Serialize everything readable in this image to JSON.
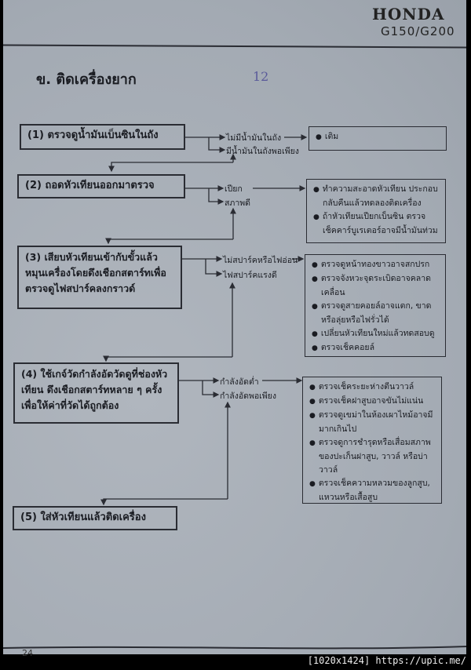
{
  "header": {
    "brand": "HONDA",
    "model": "G150/G200"
  },
  "section_title": "ข. ติดเครื่องยาก",
  "handwritten_note": "12",
  "steps": [
    {
      "label": "(1) ตรวจดูน้ำมันเบ็นซินในถัง",
      "branches": [
        "ไม่มีน้ำมันในถัง",
        "มีน้ำมันในถังพอเพียง"
      ],
      "remedies": [
        "เติม"
      ]
    },
    {
      "label": "(2) ถอดหัวเทียนออกมาตรวจ",
      "branches": [
        "เปียก",
        "สภาพดี"
      ],
      "remedies": [
        "ทำความสะอาดหัวเทียน ประกอบกลับคืนแล้วทดลองติดเครื่อง",
        "ถ้าหัวเทียนเปียกเบ็นซิน ตรวจเช็คคาร์บูเรเตอร์อาจมีน้ำมันท่วม"
      ]
    },
    {
      "label": "(3) เสียบหัวเทียนเข้ากับขั้วแล้วหมุนเครื่องโดยดึงเชือกสตาร์ทเพื่อตรวจดูไฟสปาร์คลงกราวด์",
      "branches": [
        "ไม่สปาร์คหรือไฟอ่อน",
        "ไฟสปาร์คแรงดี"
      ],
      "remedies": [
        "ตรวจดูหน้าทองขาวอาจสกปรก",
        "ตรวจจังหวะจุดระเบิดอาจคลาดเคลื่อน",
        "ตรวจดูสายคอยล์อาจแตก, ขาด หรือลุ่ยหรือไฟรั่วได้",
        "เปลี่ยนหัวเทียนใหม่แล้วทดสอบดู",
        "ตรวจเช็คคอยล์"
      ]
    },
    {
      "label": "(4) ใช้เกจ์วัดกำลังอัดวัดดูที่ช่องหัวเทียน ดึงเชือกสตาร์ทหลาย ๆ ครั้งเพื่อให้ค่าที่วัดได้ถูกต้อง",
      "branches": [
        "กำลังอัดต่ำ",
        "กำลังอัดพอเพียง"
      ],
      "remedies": [
        "ตรวจเช็คระยะห่างตีนวาวล์",
        "ตรวจเช็คฝาสูบอาจขันไม่แน่น",
        "ตรวจดูเขม่าในห้องเผาไหม้อาจมีมากเกินไป",
        "ตรวจดูการชำรุดหรือเสื่อมสภาพของปะเก็นฝาสูบ, วาวล์ หรือบ่าวาวล์",
        "ตรวจเช็คความหลวมของลูกสูบ, แหวนหรือเสื้อสูบ"
      ]
    },
    {
      "label": "(5) ใส่หัวเทียนแล้วติดเครื่อง"
    }
  ],
  "page_number": "24",
  "watermark": "[1020x1424] https://upic.me/"
}
